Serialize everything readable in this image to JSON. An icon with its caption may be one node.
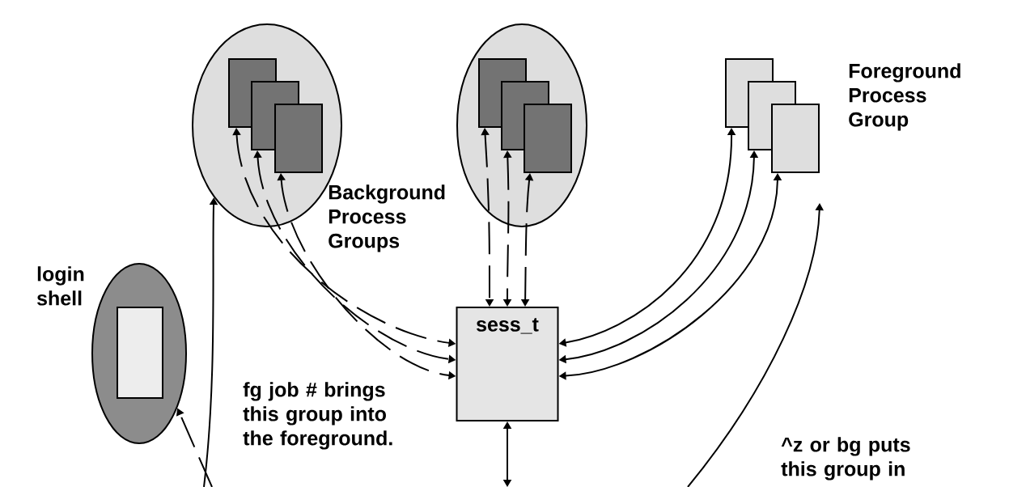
{
  "diagram": {
    "nodes": [
      {
        "text": [],
        "shape": "ellipse"
      },
      {
        "text": [],
        "shape": "box",
        "in": 0
      },
      {
        "text": [],
        "shape": "box",
        "in": 0
      },
      {
        "text": [],
        "shape": "box",
        "in": 0
      },
      {
        "text": [],
        "shape": "ellipse"
      },
      {
        "text": [],
        "shape": "box",
        "in": 4
      },
      {
        "text": [],
        "shape": "box",
        "in": 4
      },
      {
        "text": [],
        "shape": "box",
        "in": 4
      },
      {
        "text": [],
        "shape": "box"
      },
      {
        "text": [],
        "shape": "box"
      },
      {
        "text": [],
        "shape": "box"
      },
      {
        "text": [
          "sess_t"
        ]
      },
      {
        "text": [
          "login shell"
        ]
      },
      {
        "text": [],
        "shape": "box",
        "in": 12
      }
    ],
    "edges": [
      {
        "from": 1,
        "to": 11,
        "arrow": "both",
        "style": "dashed"
      },
      {
        "from": 2,
        "to": 11,
        "arrow": "both",
        "style": "dashed"
      },
      {
        "from": 3,
        "to": 11,
        "arrow": "both",
        "style": "dashed"
      },
      {
        "from": 5,
        "to": 11,
        "arrow": "both",
        "style": "dashed"
      },
      {
        "from": 6,
        "to": 11,
        "arrow": "both",
        "style": "dashed"
      },
      {
        "from": 7,
        "to": 11,
        "arrow": "both",
        "style": "dashed"
      },
      {
        "from": 8,
        "to": 11,
        "arrow": "both"
      },
      {
        "from": 9,
        "to": 11,
        "arrow": "both"
      },
      {
        "from": 10,
        "to": 11,
        "arrow": "both"
      },
      {
        "from": 11,
        "to": null,
        "arrow": "both"
      },
      {
        "from": null,
        "to": 0,
        "arrow": "to"
      },
      {
        "from": null,
        "to": 10,
        "arrow": "to"
      },
      {
        "from": null,
        "to": 12,
        "arrow": "to",
        "style": "dashed"
      }
    ],
    "labels": [
      "Background Process Groups",
      "Foreground Process Group",
      "fg job # brings this group into the foreground.",
      "^z or bg puts this group in"
    ]
  }
}
